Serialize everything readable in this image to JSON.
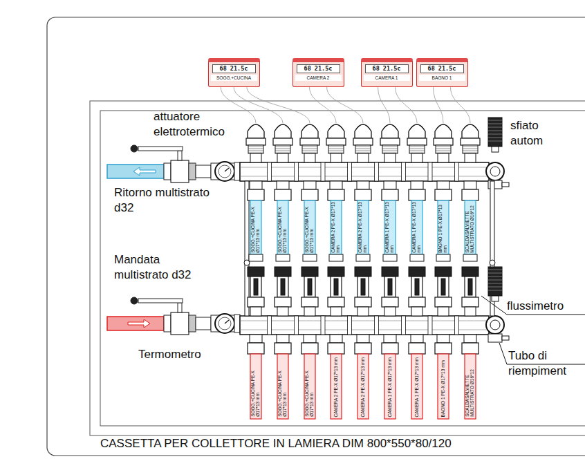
{
  "diagram": {
    "caption": "CASSETTA PER COLLETTORE IN LAMIERA DIM 800*550*80/120",
    "nodes": [
      {
        "text": [
          "68 21.5c",
          "SOGG.+CUCINA"
        ]
      },
      {
        "text": [
          "68 21.5c",
          "CAMERA 2"
        ]
      },
      {
        "text": [
          "68 21.5c",
          "CAMERA 1"
        ]
      },
      {
        "text": [
          "68 21.5c",
          "BAGNO 1"
        ]
      }
    ],
    "labels": [
      "attuatore elettrotermico",
      "sfiato autom",
      "Ritorno multistrato d32",
      "Mandata multistrato d32",
      "flussimetro",
      "Termometro",
      "Tubo di riempiment",
      "SOGG.+CUCINA PE-X Ø17*13 mm",
      "SOGG.+CUCINA PE-X Ø17*13 mm",
      "SOGG.+CUCINA PE-X Ø17*13 mm",
      "CAMERA 2 PE-X Ø17*13 mm",
      "CAMERA 2 PE-X Ø17*13 mm",
      "CAMERA 1 PE-X Ø17*13 mm",
      "CAMERA 1 PE-X Ø17*13 mm",
      "BAGNO 1 PE-X Ø17*13 mm",
      "SCALDASALVIETTE MULTISTRATO Ø16*12",
      "SOGG.+CUCINA PE-X Ø17*13 mm",
      "SOGG.+CUCINA PE-X Ø17*13 mm",
      "SOGG.+CUCINA PE-X Ø17*13 mm",
      "CAMERA 2 PE-X Ø17*13 mm",
      "CAMERA 2 PE-X Ø17*13 mm",
      "CAMERA 1 PE-X Ø17*13 mm",
      "CAMERA 1 PE-X Ø17*13 mm",
      "BAGNO 1 PE-X Ø17*13 mm",
      "SCALDASALVIETTE MULTISTRATO Ø16*12"
    ]
  }
}
